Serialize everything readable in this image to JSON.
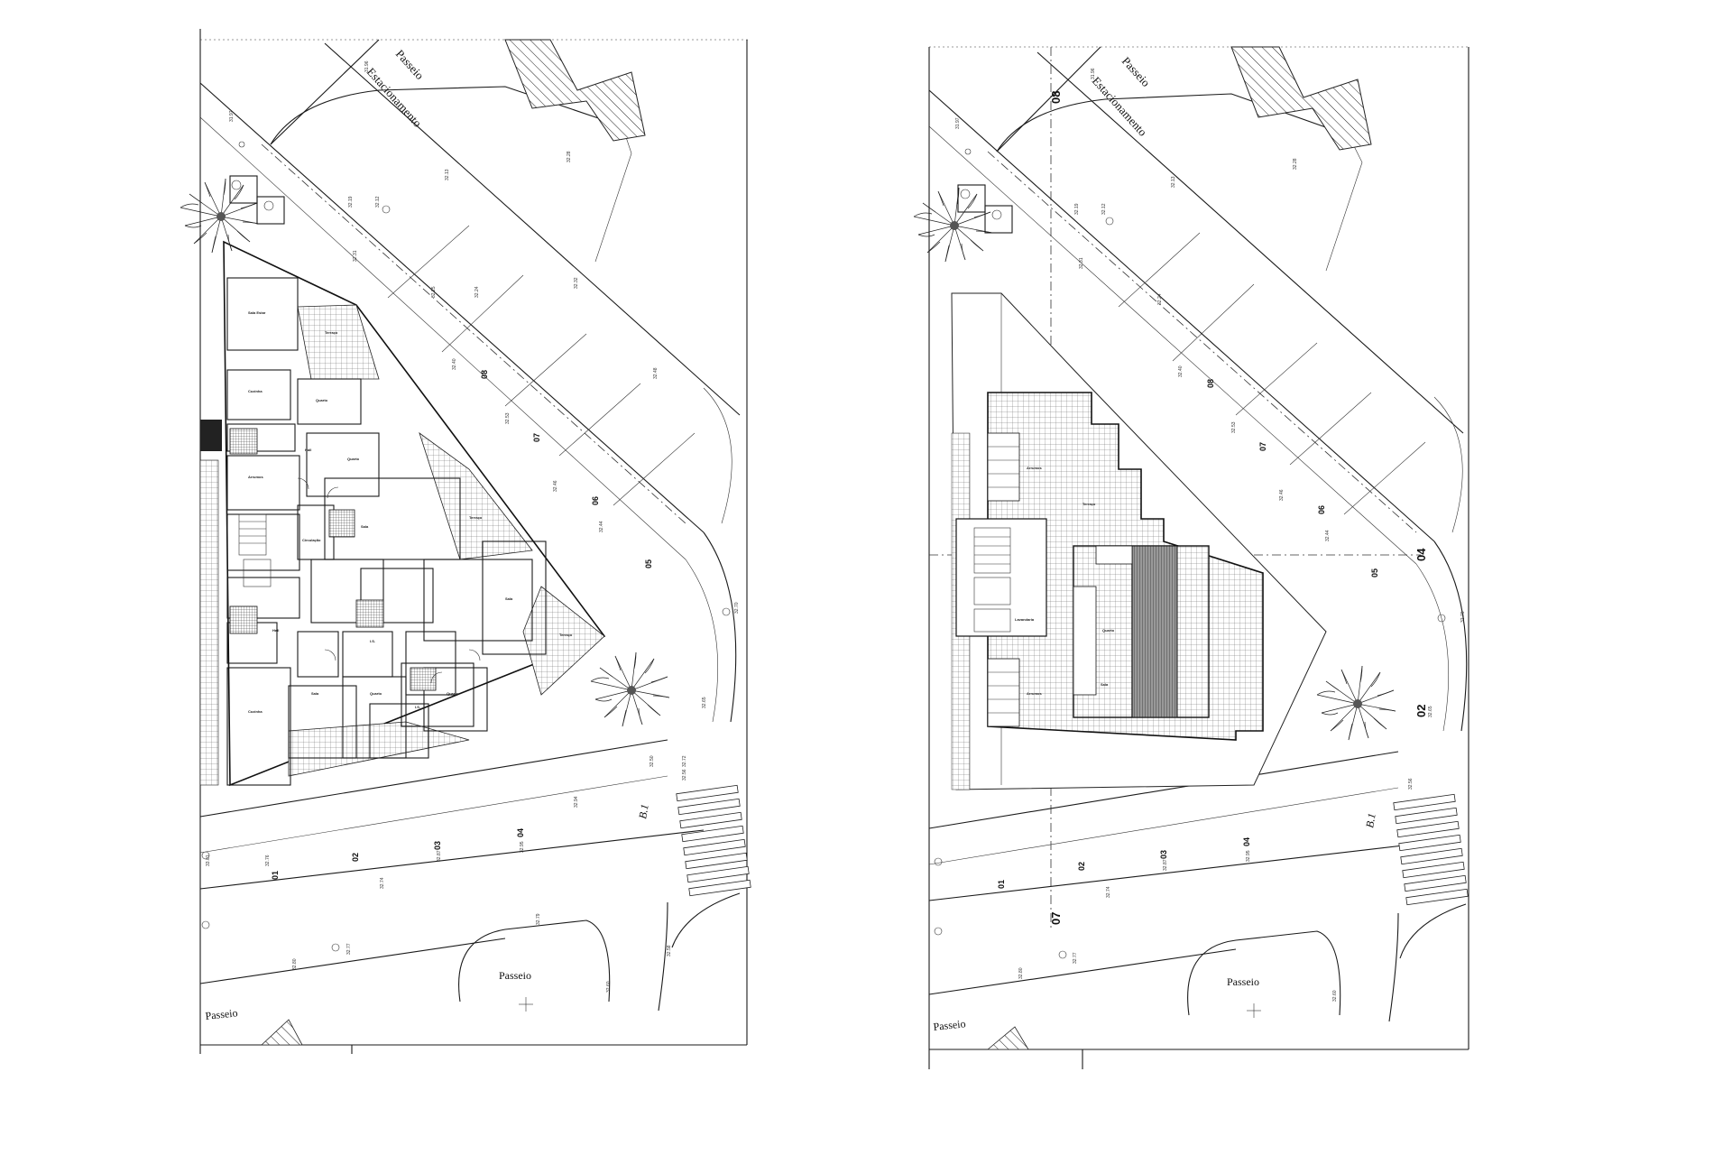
{
  "panels": [
    {
      "id": "left",
      "street_top": "Passeio",
      "parking": "Estacionamento",
      "street_bottom_left": "Passeio",
      "island": "Passeio",
      "bench_mark": "B.1",
      "axes_top": [
        "08",
        "07",
        "06",
        "05"
      ],
      "axes_bottom": [
        "01",
        "02",
        "03",
        "04"
      ],
      "elevations": [
        "31.96",
        "31.97",
        "32.12",
        "32.13",
        "32.19",
        "32.25",
        "32.28",
        "32.31",
        "32.24",
        "32.32",
        "32.40",
        "32.44",
        "32.46",
        "32.48",
        "32.50",
        "32.53",
        "32.56",
        "32.58",
        "32.60",
        "32.65",
        "32.70",
        "32.72",
        "32.74",
        "32.76",
        "32.77",
        "32.79",
        "32.80",
        "32.87",
        "32.94",
        "32.95",
        "33.01"
      ],
      "rooms": [
        "Sala Estar",
        "Cozinha",
        "Quarto",
        "Quarto",
        "Sala",
        "Terraço",
        "Terraço",
        "Terraço",
        "Sala",
        "Quarto",
        "Cozinha",
        "Sala",
        "Hall",
        "Hall",
        "Arrumos",
        "Circulação",
        "I.S.",
        "I.S.",
        "Quarto"
      ]
    },
    {
      "id": "right",
      "street_top": "Passeio",
      "parking": "Estacionamento",
      "street_bottom_left": "Passeio",
      "island": "Passeio",
      "bench_mark": "B.1",
      "axes_top": [
        "08",
        "07",
        "06",
        "05"
      ],
      "axes_bottom": [
        "01",
        "02",
        "03",
        "04"
      ],
      "axis_side_top": "08",
      "axis_side_bottom": "07",
      "axis_right_mid": "04",
      "axis_right_low": "02",
      "elevations": [
        "31.96",
        "31.97",
        "32.12",
        "32.13",
        "32.19",
        "32.28",
        "32.31",
        "32.24",
        "32.40",
        "32.44",
        "32.46",
        "32.53",
        "32.56",
        "32.60",
        "32.65",
        "32.70",
        "32.74",
        "32.77",
        "32.80",
        "32.87",
        "32.95"
      ],
      "rooms": [
        "Terraço",
        "Arrumos",
        "Arrumos",
        "Sala",
        "Quarto",
        "Lavandaria"
      ]
    }
  ],
  "colors": {
    "line": "#1a1a1a",
    "hatch": "#555555",
    "paper": "#ffffff"
  }
}
